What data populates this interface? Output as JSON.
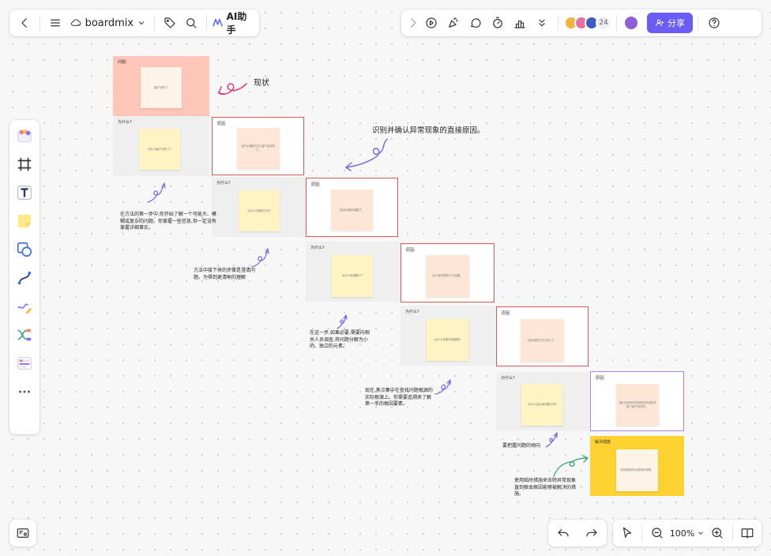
{
  "toolbar": {
    "brand": "boardmix",
    "ai_label": "AI助手",
    "participants_count": "24",
    "share_label": "分享",
    "zoom": "100%"
  },
  "board": {
    "rows": [
      {
        "label": "问题:",
        "note": "客户流失了",
        "style": "problem"
      },
      {
        "label": "为什么?",
        "note": "为什么客户流失了?",
        "style": "gray"
      },
      {
        "label": "原因",
        "note": "由于价格的方式,客户会流失了。",
        "style": "red"
      },
      {
        "label": "为什么?",
        "note": "为什么价格的方式?",
        "style": "gray"
      },
      {
        "label": "原因:",
        "note": "应用价格有调整了。",
        "style": "red"
      },
      {
        "label": "为什么?",
        "note": "为什么有调整了?",
        "style": "gray"
      },
      {
        "label": "原因:",
        "note": "由于我们更改了大流程。",
        "style": "red"
      },
      {
        "label": "为什么?",
        "note": "为什么会更改流程呢?",
        "style": "gray"
      },
      {
        "label": "原因",
        "note": "因为新的方式,所以了。",
        "style": "red"
      },
      {
        "label": "为什么?",
        "note": "为什么会出现问题了呢?",
        "style": "gray"
      },
      {
        "label": "原因:",
        "note": "我们没有及时处理这些问题,导致了客户的流失。",
        "style": "purple"
      },
      {
        "label": "解决措施",
        "note": "将流程修改为原来的流程。",
        "style": "solution"
      }
    ],
    "annotations": {
      "status": "现状",
      "identify": "识别并确认异常现象的直接原因。",
      "a1": "在方法的第一步中,你开始了解一个可能大、模糊或复杂的问题。你掌握一些信息,但一定没有掌握详细事实。",
      "a2": "方法中接下来的步骤是澄清问题。为得到更清晰的理解",
      "a3": "在这一步,如果必要,需要向相关人员调查,将问题分解为小的、独立的元素。",
      "a4": "现在,焦点集中在查找问题根源的实际根源上。你需要追溯来了解第一手的根因要素。",
      "a5": "要把握问题的倾向",
      "a6": "使用临时措施来去除异常现象直到根本原因能够被解决的措施。"
    }
  },
  "colors": {
    "accent": "#6b5cf6",
    "problem_bg": "#fdc6b8",
    "solution_bg": "#fdd231",
    "red_border": "#e25555",
    "purple_border": "#a884e6",
    "arrow_purple": "#7a63e8",
    "arrow_pink": "#e0407a",
    "arrow_green": "#3aa889"
  }
}
